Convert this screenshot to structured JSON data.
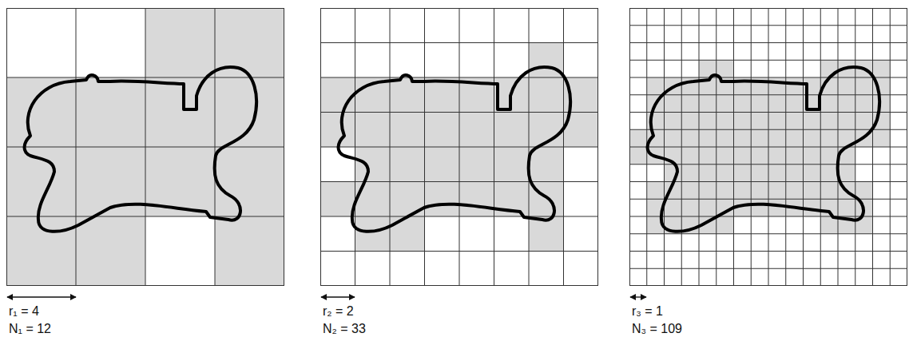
{
  "diagram": {
    "labels": [
      "r₁ = 4",
      "N₁ = 12",
      "r₂ = 2",
      "N₂ = 33",
      "r₃ = 1",
      "N₃ = 109"
    ]
  }
}
